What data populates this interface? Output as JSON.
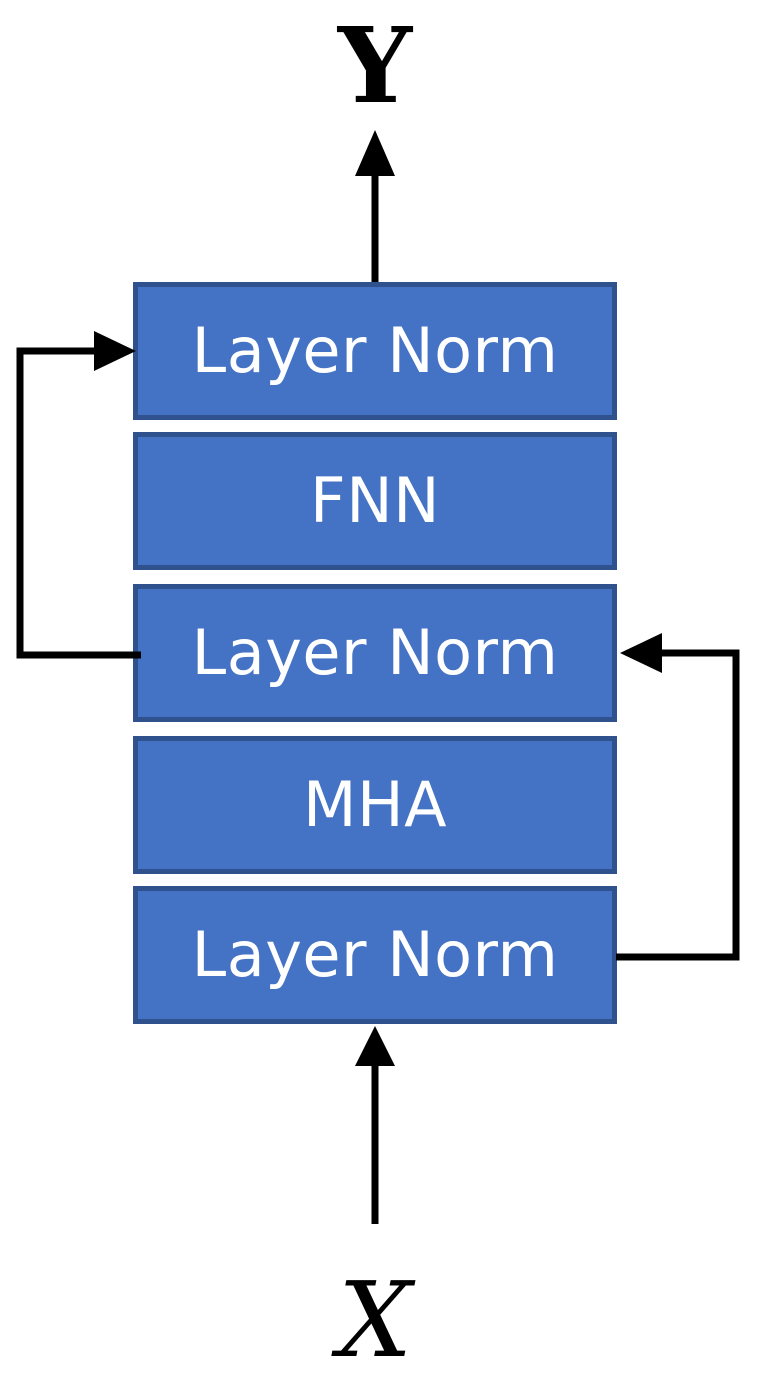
{
  "output_label": "Y",
  "input_label": "X",
  "blocks": [
    {
      "label": "Layer Norm"
    },
    {
      "label": "FNN"
    },
    {
      "label": "Layer Norm"
    },
    {
      "label": "MHA"
    },
    {
      "label": "Layer Norm"
    }
  ],
  "colors": {
    "block_fill": "#4472c4",
    "block_border": "#2f528f",
    "block_text": "#ffffff",
    "arrow": "#000000"
  }
}
